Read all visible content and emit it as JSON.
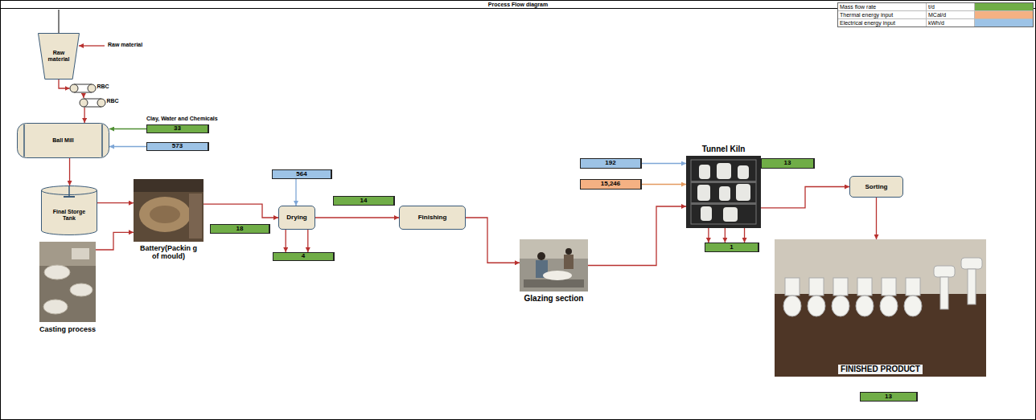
{
  "diagram": {
    "title": "Process Flow diagram",
    "nodes": [
      {
        "text": [
          "Raw material"
        ]
      },
      {
        "text": [
          "RBC"
        ]
      },
      {
        "text": [
          "RBC"
        ]
      },
      {
        "text": [
          "Ball Mill"
        ]
      },
      {
        "text": [
          "33"
        ]
      },
      {
        "text": [
          "573"
        ]
      },
      {
        "text": [
          "Final Storge Tank"
        ]
      },
      {
        "text": [
          "Casting process"
        ]
      },
      {
        "text": [
          "Battery(Packin g of mould)"
        ]
      },
      {
        "text": [
          "18"
        ]
      },
      {
        "text": [
          "564"
        ]
      },
      {
        "text": [
          "Drying"
        ]
      },
      {
        "text": [
          "4"
        ]
      },
      {
        "text": [
          "14"
        ]
      },
      {
        "text": [
          "Finishing"
        ]
      },
      {
        "text": [
          "Glazing section"
        ]
      },
      {
        "text": [
          "Tunnel Kiln"
        ]
      },
      {
        "text": [
          "192"
        ]
      },
      {
        "text": [
          "15,246"
        ]
      },
      {
        "text": [
          "13"
        ]
      },
      {
        "text": [
          "1"
        ]
      },
      {
        "text": [
          "Sorting"
        ]
      },
      {
        "text": [
          "FINISHED PRODUCT"
        ]
      },
      {
        "text": [
          "13"
        ]
      }
    ],
    "edges": [
      {
        "from": 0,
        "to": 1,
        "arrow": "to"
      },
      {
        "from": 1,
        "to": 2,
        "arrow": "to"
      },
      {
        "from": 2,
        "to": 3,
        "arrow": "to"
      },
      {
        "from": 4,
        "to": 3,
        "arrow": "to"
      },
      {
        "from": 5,
        "to": 3,
        "arrow": "to"
      },
      {
        "from": 3,
        "to": 6,
        "arrow": "to"
      },
      {
        "from": 6,
        "to": 8,
        "arrow": "to"
      },
      {
        "from": 7,
        "to": 8,
        "arrow": "to"
      },
      {
        "from": 8,
        "to": 11,
        "arrow": "to"
      },
      {
        "from": 10,
        "to": 11,
        "arrow": "to"
      },
      {
        "from": 11,
        "to": 12,
        "arrow": "to"
      },
      {
        "from": 11,
        "to": 12,
        "arrow": "to"
      },
      {
        "from": 11,
        "to": 14,
        "arrow": "to"
      },
      {
        "from": 14,
        "to": 15,
        "arrow": "to"
      },
      {
        "from": 15,
        "to": 16,
        "arrow": "to"
      },
      {
        "from": 17,
        "to": 16,
        "arrow": "to"
      },
      {
        "from": 18,
        "to": 16,
        "arrow": "to"
      },
      {
        "from": 16,
        "to": 20,
        "arrow": "to"
      },
      {
        "from": 16,
        "to": 20,
        "arrow": "to"
      },
      {
        "from": 16,
        "to": 20,
        "arrow": "to"
      },
      {
        "from": 16,
        "to": 21,
        "arrow": "to"
      },
      {
        "from": 21,
        "to": 22,
        "arrow": "to"
      }
    ],
    "labels": [
      "Raw material",
      "Clay, Water and Chemicals",
      "t/d",
      "MCal/d",
      "kWh/d"
    ],
    "legend": [
      {
        "text": "Mass flow rate",
        "color": "#70ad47"
      },
      {
        "text": "Thermal energy input",
        "color": "#f4b183"
      },
      {
        "text": "Electrical energy input",
        "color": "#9dc3e6"
      }
    ]
  }
}
